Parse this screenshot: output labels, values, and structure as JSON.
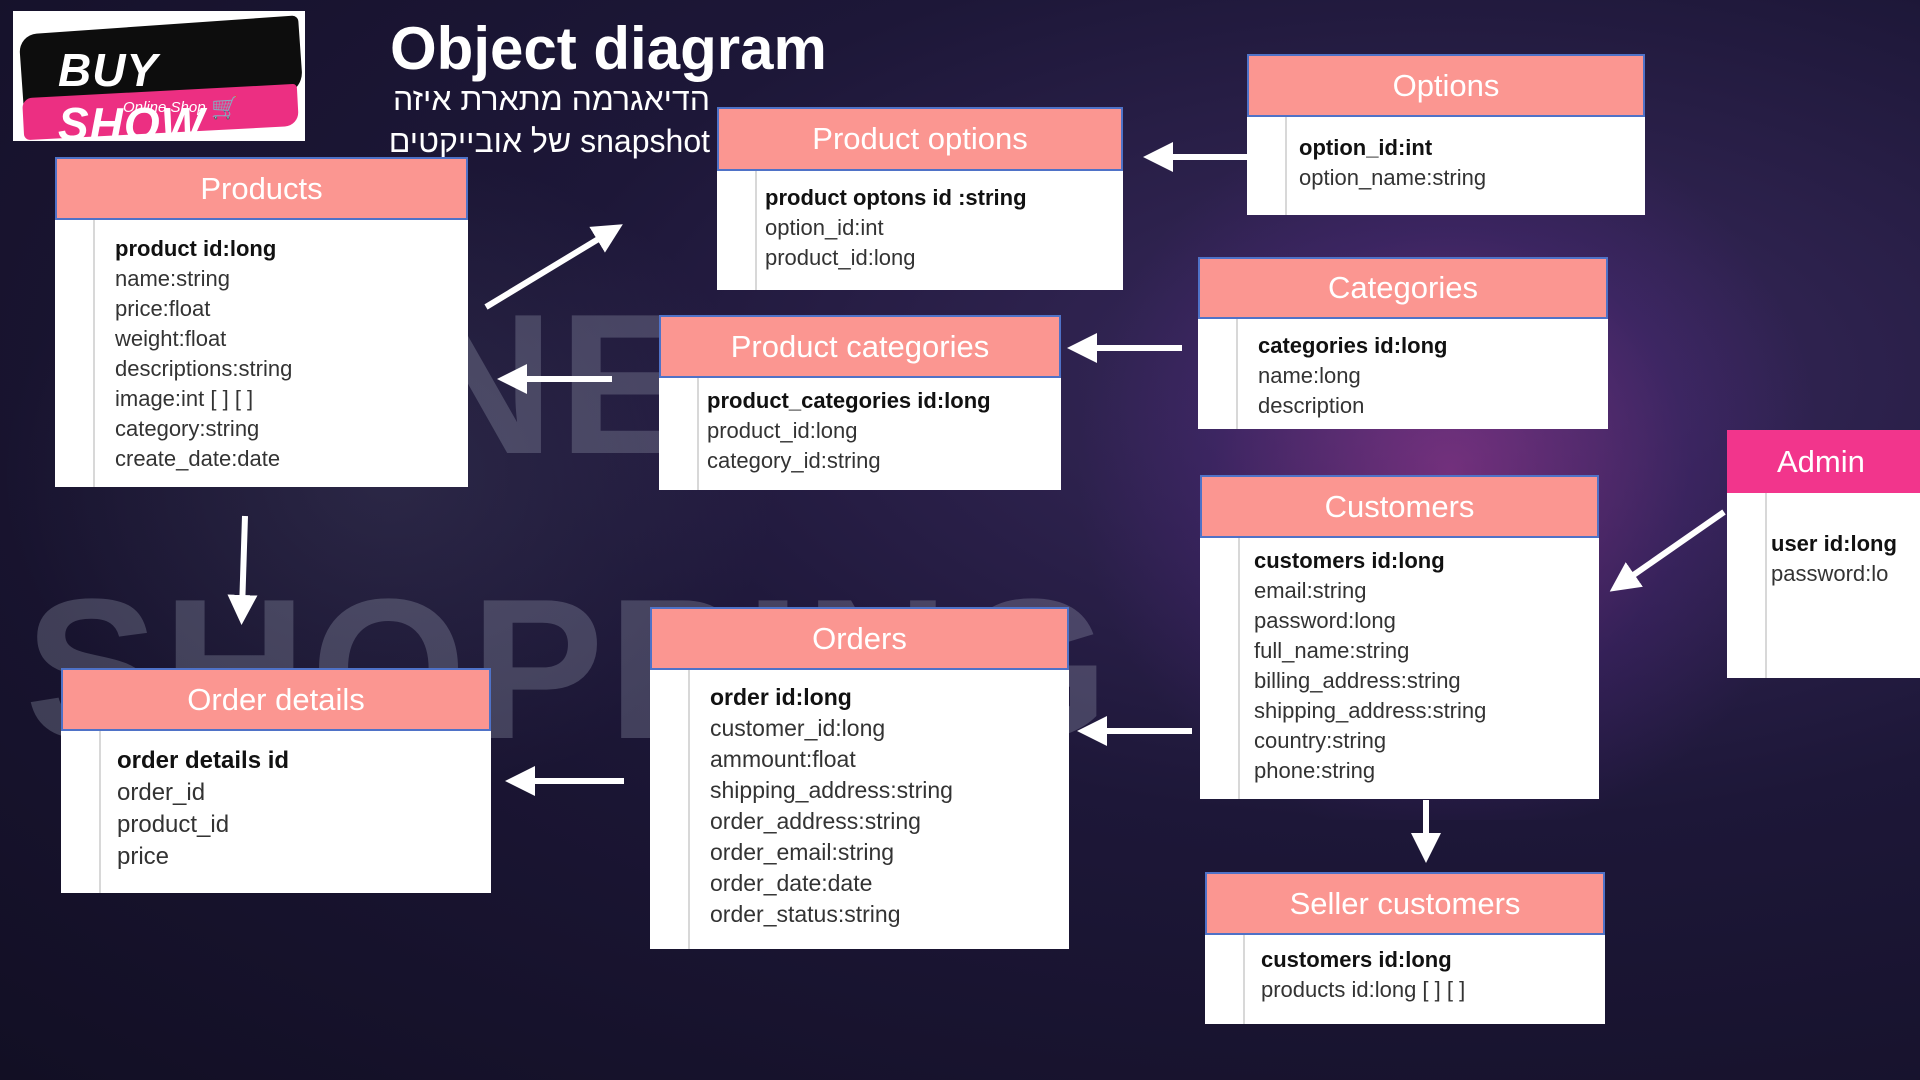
{
  "title": "Object diagram",
  "subtitle_lines": [
    "הדיאגרמה מתארת איזה",
    "snapshot של אובייקטים"
  ],
  "logo": {
    "brand": "BUY SHOW",
    "tagline": "Online Shop"
  },
  "background_words": [
    "SHOPPING",
    "NE"
  ],
  "entities": {
    "products": {
      "title": "Products",
      "fields": [
        "product id:long",
        "name:string",
        "price:float",
        "weight:float",
        "descriptions:string",
        "image:int [ ] [ ]",
        "category:string",
        "create_date:date"
      ]
    },
    "product_options": {
      "title": "Product options",
      "fields": [
        "product optons id  :string",
        "option_id:int",
        "product_id:long"
      ]
    },
    "options": {
      "title": "Options",
      "fields": [
        "option_id:int",
        "option_name:string"
      ]
    },
    "product_categories": {
      "title": "Product categories",
      "fields": [
        "product_categories id:long",
        "product_id:long",
        "category_id:string"
      ]
    },
    "categories": {
      "title": "Categories",
      "fields": [
        "categories id:long",
        "name:long",
        "description"
      ]
    },
    "admin": {
      "title": "Admin",
      "fields": [
        "user id:long",
        "password:lo"
      ]
    },
    "customers": {
      "title": "Customers",
      "fields": [
        "customers id:long",
        "email:string",
        "password:long",
        "full_name:string",
        "billing_address:string",
        "shipping_address:string",
        "country:string",
        "phone:string"
      ]
    },
    "order_details": {
      "title": "Order details",
      "fields": [
        "order details id",
        "order_id",
        "product_id",
        "price"
      ]
    },
    "orders": {
      "title": "Orders",
      "fields": [
        "order id:long",
        "customer_id:long",
        "ammount:float",
        "shipping_address:string",
        "order_address:string",
        "order_email:string",
        "order_date:date",
        "order_status:string"
      ]
    },
    "seller_customers": {
      "title": "Seller customers",
      "fields": [
        "customers id:long",
        "products id:long [ ] [ ]"
      ]
    }
  },
  "colors": {
    "header": "#fb9691",
    "header_border": "#4f72c7",
    "admin_header": "#f2358c",
    "arrow": "#ffffff"
  }
}
